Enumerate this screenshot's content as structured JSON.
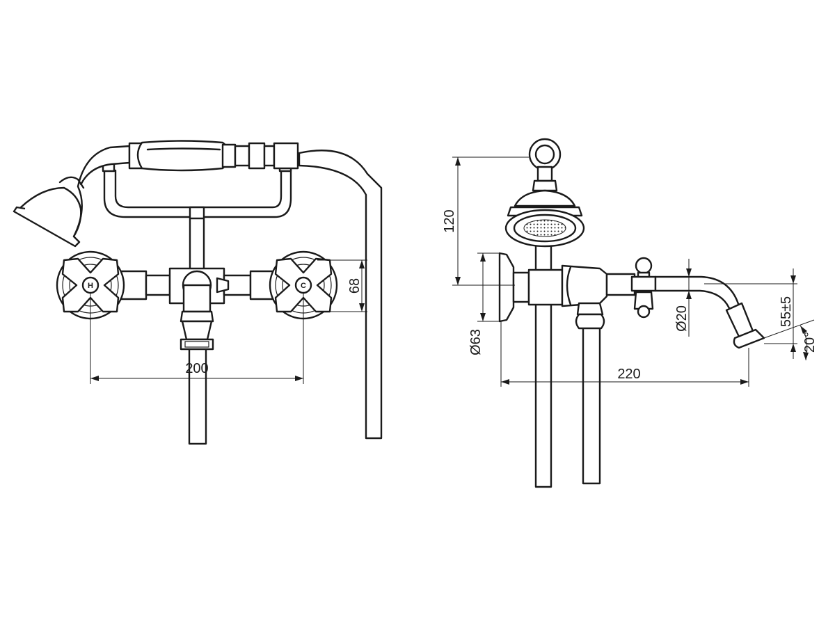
{
  "front_view": {
    "dimensions": {
      "width_200": "200",
      "height_68": "68"
    },
    "handle_labels": {
      "hot": "H",
      "cold": "C"
    }
  },
  "side_view": {
    "dimensions": {
      "height_120": "120",
      "diameter_63": "Ø63",
      "diameter_20": "Ø20",
      "height_55": "55±5",
      "angle_20": "20°",
      "length_220": "220"
    }
  },
  "colors": {
    "line": "#1a1a1a",
    "background": "#ffffff"
  }
}
